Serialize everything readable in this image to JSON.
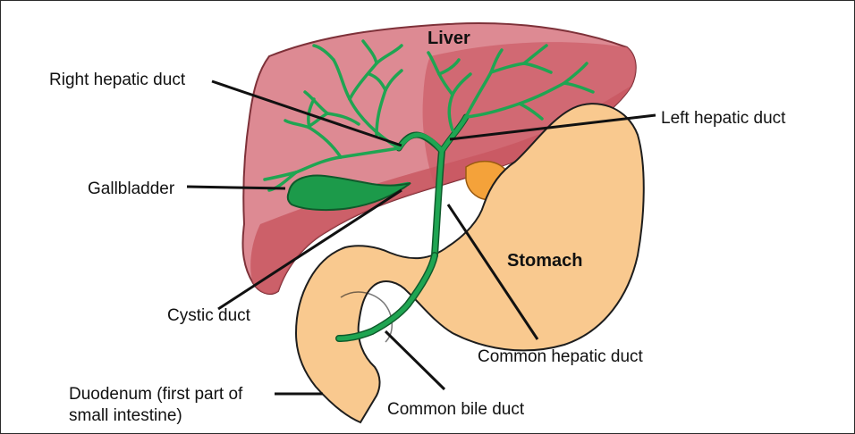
{
  "colors": {
    "liver": "#d98088",
    "liver_dark": "#c55f69",
    "liver_outline": "#8a3a43",
    "stomach": "#f9c98f",
    "stomach_outline": "#2a2a2a",
    "duct_green": "#1fa552",
    "duct_outline": "#0f5a2b",
    "gallbladder": "#1c9a4a",
    "pancreas_orange": "#f6a33c"
  },
  "labels": {
    "liver": "Liver",
    "stomach": "Stomach",
    "right_hepatic_duct": "Right hepatic duct",
    "left_hepatic_duct": "Left hepatic duct",
    "gallbladder": "Gallbladder",
    "cystic_duct": "Cystic duct",
    "common_hepatic_duct": "Common hepatic duct",
    "common_bile_duct": "Common bile duct",
    "duodenum_line1": "Duodenum (first part of",
    "duodenum_line2": "small intestine)"
  }
}
